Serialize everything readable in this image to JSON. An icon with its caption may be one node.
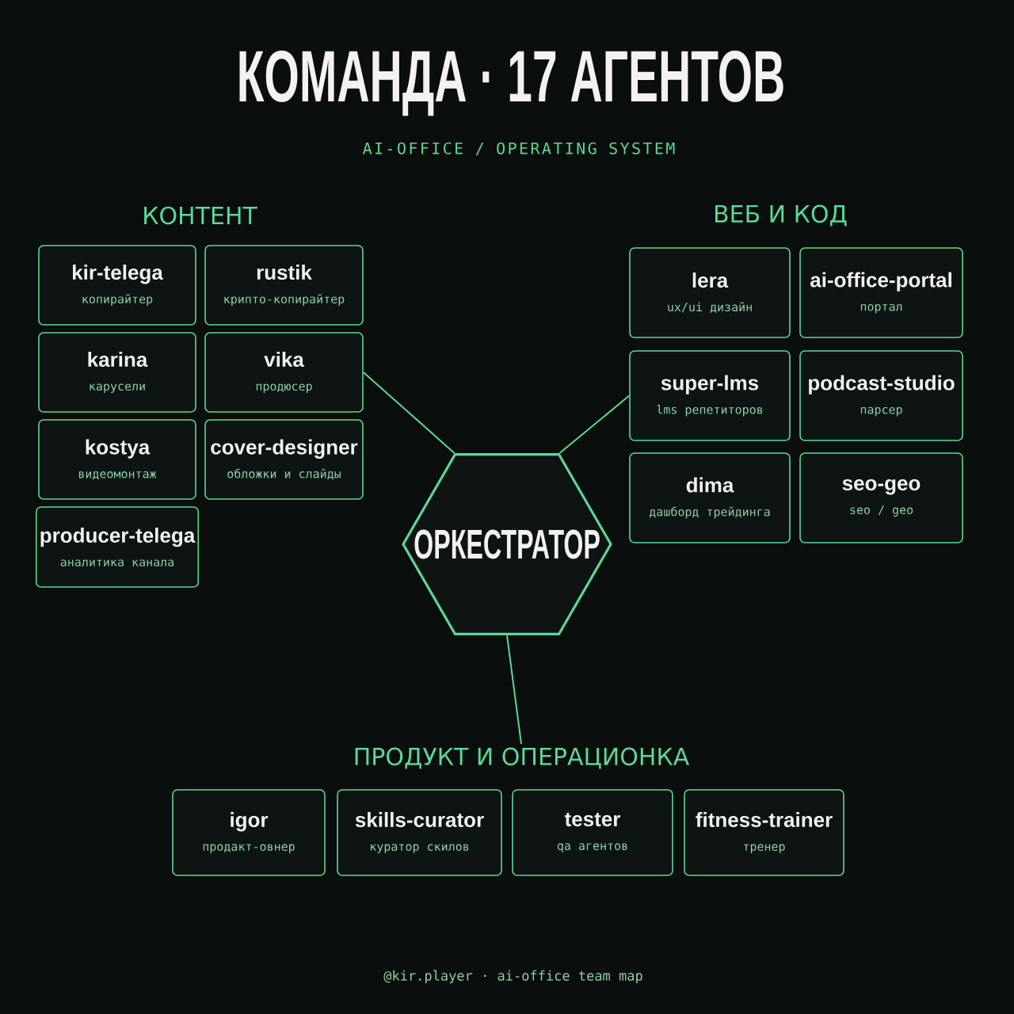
{
  "diagram": {
    "title": "КОМАНДА · 17 АГЕНТОВ",
    "nodes": [
      {
        "text": [
          "kir-telega",
          "копирайтер"
        ]
      },
      {
        "text": [
          "rustik",
          "крипто-копирайтер"
        ]
      },
      {
        "text": [
          "karina",
          "карусели"
        ]
      },
      {
        "text": [
          "vika",
          "продюсер"
        ]
      },
      {
        "text": [
          "kostya",
          "видеомонтаж"
        ]
      },
      {
        "text": [
          "cover-designer",
          "обложки и слайды"
        ]
      },
      {
        "text": [
          "producer-telega",
          "аналитика канала"
        ]
      },
      {
        "text": [
          "lera",
          "ux/ui дизайн"
        ]
      },
      {
        "text": [
          "ai-office-portal",
          "портал"
        ]
      },
      {
        "text": [
          "super-lms",
          "lms репетиторов"
        ]
      },
      {
        "text": [
          "podcast-studio",
          "парсер"
        ]
      },
      {
        "text": [
          "dima",
          "дашборд трейдинга"
        ]
      },
      {
        "text": [
          "seo-geo",
          "seo / geo"
        ]
      },
      {
        "text": [
          "ОРКЕСТРАТОР"
        ]
      },
      {
        "text": [
          "ПРОДУКТ И ОПЕРАЦИОНКА"
        ]
      },
      {
        "text": [
          "igor",
          "продакт-овнер"
        ]
      },
      {
        "text": [
          "skills-curator",
          "куратор скилов"
        ]
      },
      {
        "text": [
          "tester",
          "qa агентов"
        ]
      },
      {
        "text": [
          "fitness-trainer",
          "тренер"
        ]
      }
    ],
    "edges": [
      {
        "from": 13,
        "to": 3,
        "arrow": "none"
      },
      {
        "from": 13,
        "to": 9,
        "arrow": "none"
      },
      {
        "from": 13,
        "to": 14,
        "arrow": "none"
      }
    ],
    "labels": [
      "AI-OFFICE / OPERATING SYSTEM",
      "КОНТЕНТ",
      "ВЕБ И КОД",
      "@kir.player · ai-office team map"
    ]
  }
}
